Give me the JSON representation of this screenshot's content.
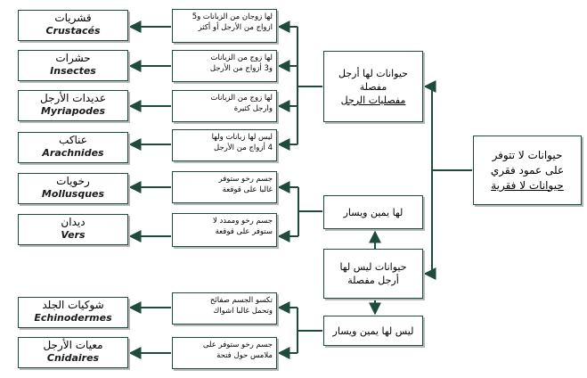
{
  "root": {
    "line1": "حيوانات لا تتوفر",
    "line2": "على عمود فقري",
    "line3": "حيوانات لا فقرية"
  },
  "arthropods": {
    "line1": "حيوانات لها أرجل",
    "line2": "مفصلة",
    "line3": "مفصليات الرجل"
  },
  "non_arthropods": {
    "line1": "حيوانات ليس لها",
    "line2": "أرجل مفصلة"
  },
  "symmetric": {
    "label": "لها يمين ويسار"
  },
  "non_symmetric": {
    "label": "ليس لها يمين ويسار"
  },
  "groups": [
    {
      "ar": "قشريات",
      "fr": "Crustacés",
      "crit1": "لها زوجان من الزبانات و5",
      "crit2": "ازواج من الأرجل أو أكثر"
    },
    {
      "ar": "حشرات",
      "fr": "Insectes",
      "crit1": "لها زوج من الزبانات",
      "crit2": "و3 أزواج من الأرجل"
    },
    {
      "ar": "عديدات الأرجل",
      "fr": "Myriapodes",
      "crit1": "لها زوج من الزبانات",
      "crit2": "وارجل كثيرة"
    },
    {
      "ar": "عناكب",
      "fr": "Arachnides",
      "crit1": "ليس لها زبانات ولها",
      "crit2": "4 أزواج من الأرجل"
    },
    {
      "ar": "رخويات",
      "fr": "Mollusques",
      "crit1": "جسم رخو ستوفر",
      "crit2": "غالبا على قوقعة"
    },
    {
      "ar": "ديدان",
      "fr": "Vers",
      "crit1": "جسم رخو وممدد لا",
      "crit2": "ستوفر على قوقعة"
    },
    {
      "ar": "شوكيات الجلد",
      "fr": "Echinodermes",
      "crit1": "تكسو الجسم صفائح",
      "crit2": "وتحمل غالبا اشواك"
    },
    {
      "ar": "معيات الأرجل",
      "fr": "Cnidaires",
      "crit1": "جسم رخو ستوفر على",
      "crit2": "ملامس حول فتحة"
    }
  ]
}
